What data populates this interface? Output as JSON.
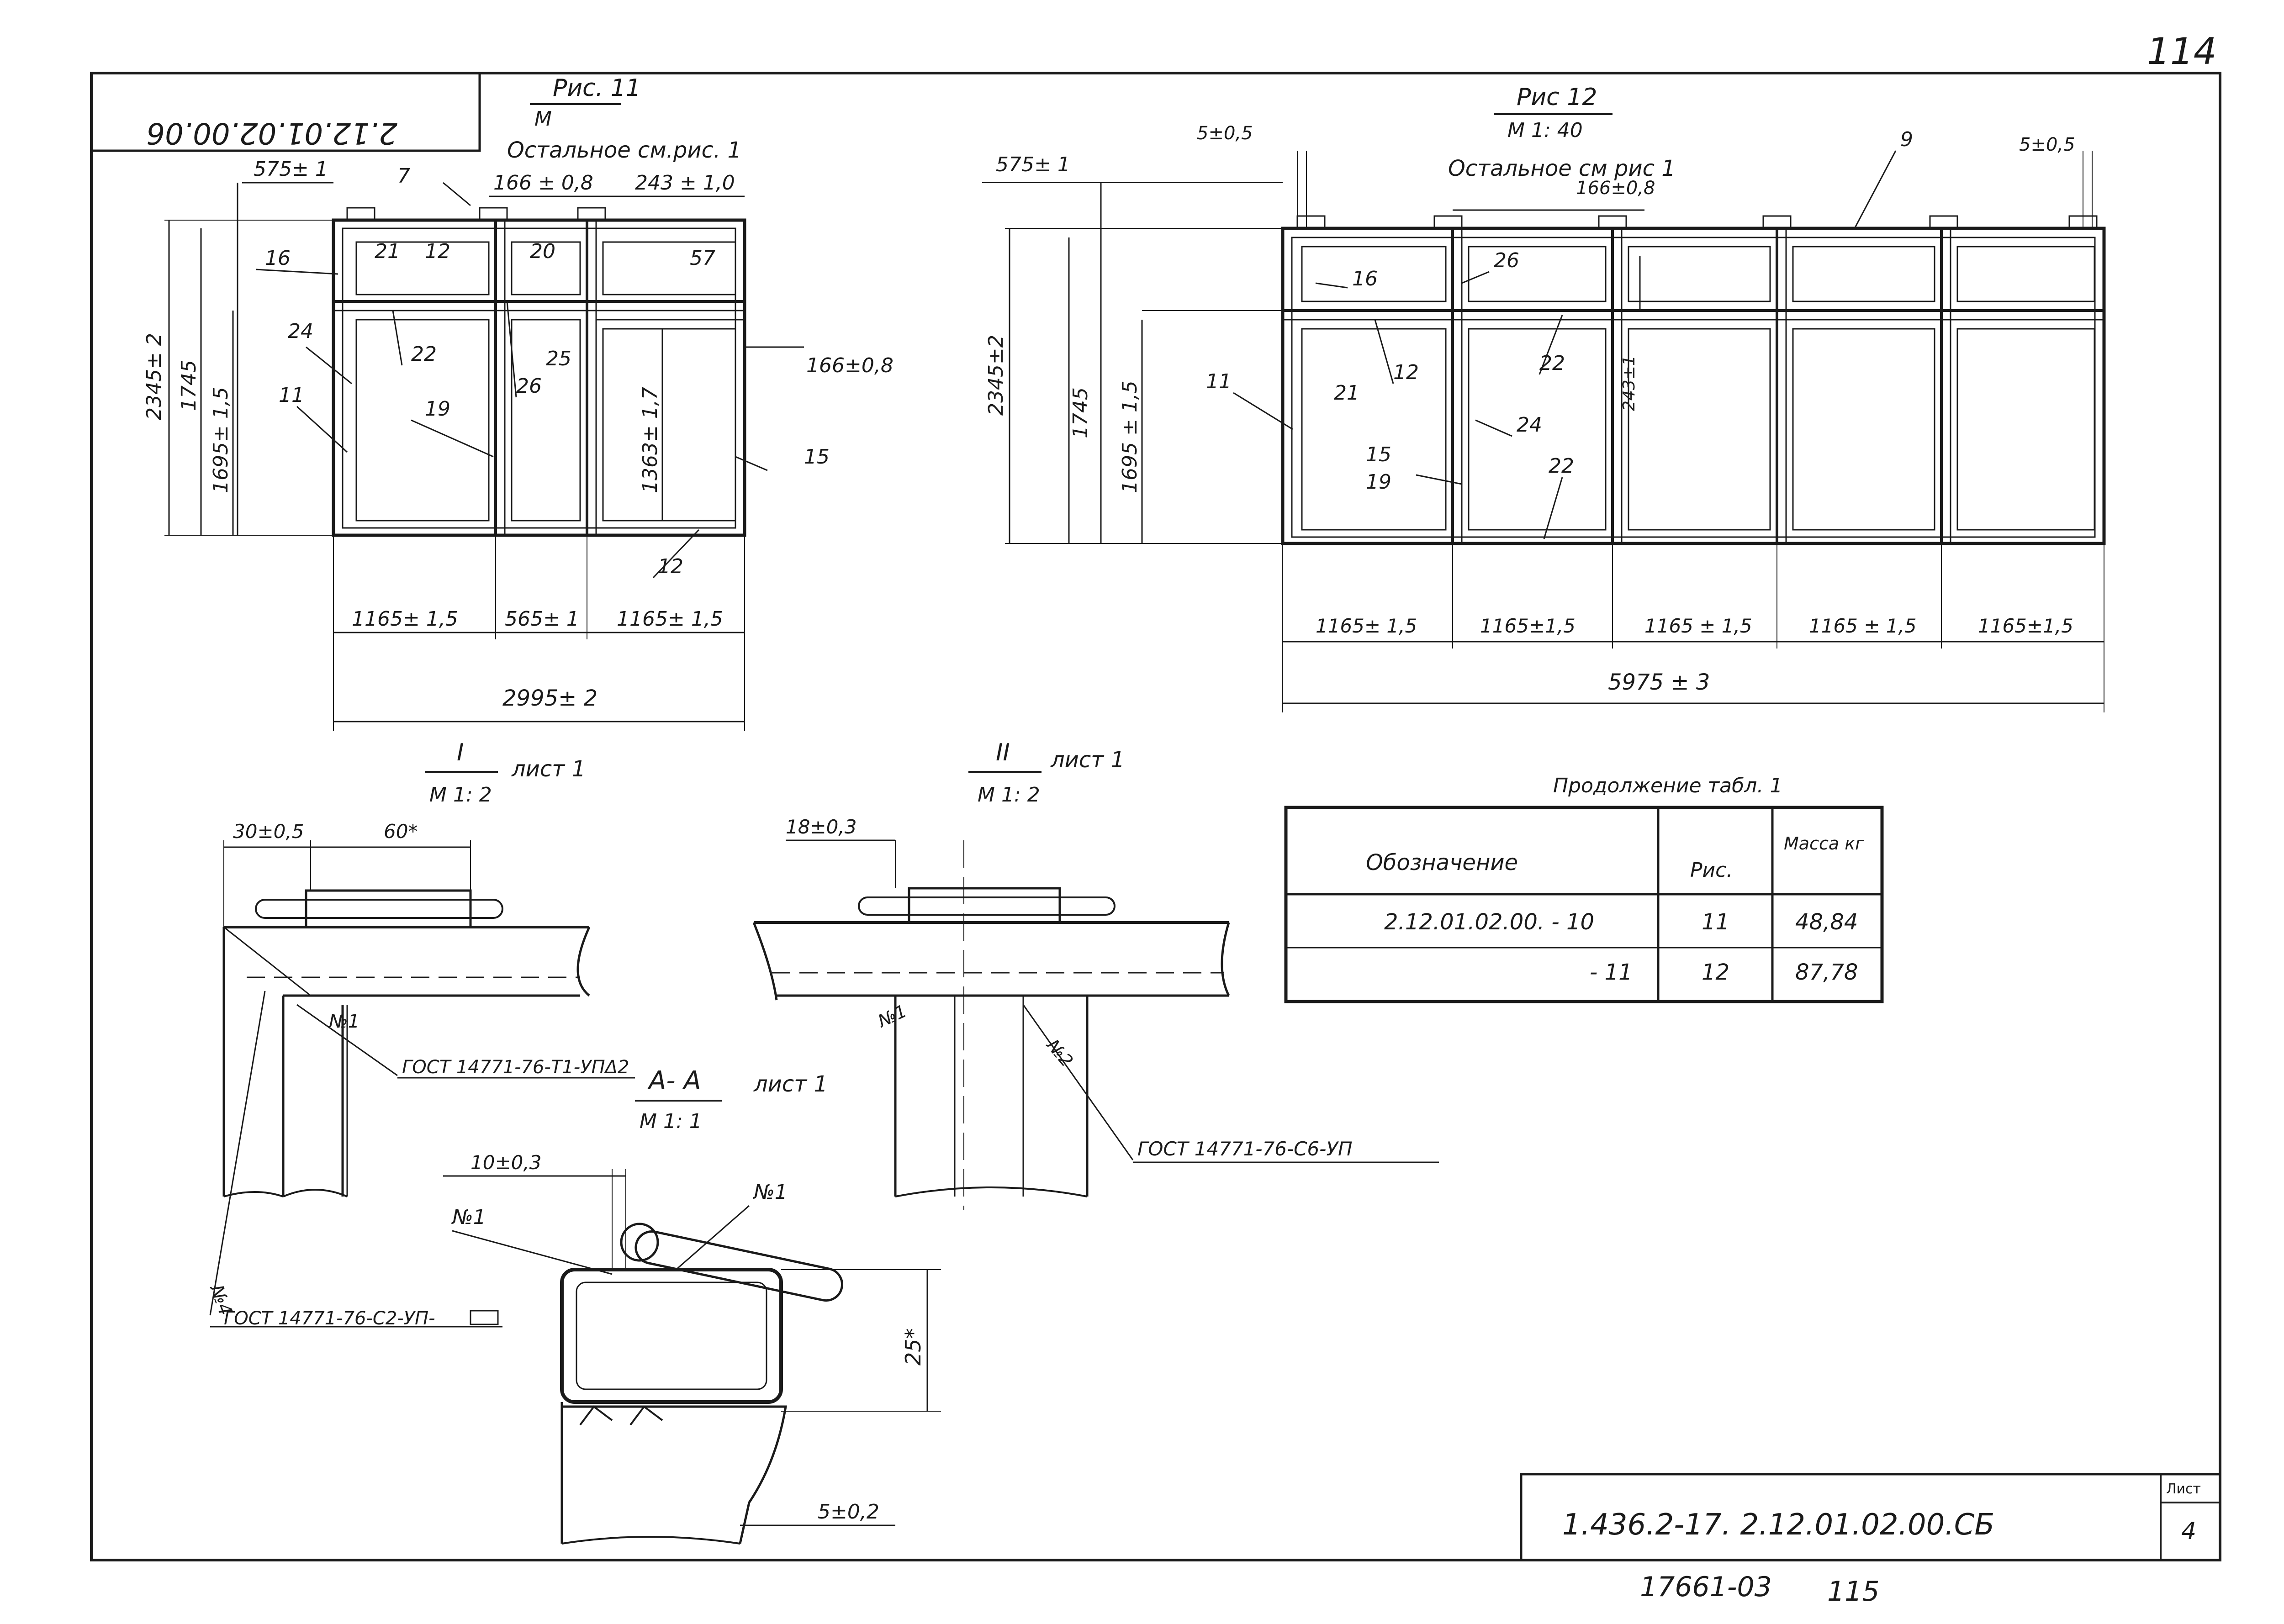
{
  "sheet": {
    "page_number_top": "114",
    "stamp_code_rotated": "2.12.01.02.00.06",
    "archive_number": "17661-03",
    "archive_page": "115",
    "doc_code": "1.436.2-17.   2.12.01.02.00.СБ",
    "list_label": "Лист",
    "list_value": "4"
  },
  "fig11": {
    "title": "Рис. 11",
    "scale": "М",
    "note": "Остальное см.рис. 1",
    "dims": {
      "left_offset": "575± 1",
      "top_mid": "166 ± 0,8",
      "top_right": "243 ± 1,0",
      "height_total": "2345± 2",
      "height_1745": "1745",
      "height_1695": "1695± 1,5",
      "height_1363": "1363± 1,7",
      "right_166": "166±0,8",
      "w1": "1165± 1,5",
      "w2": "565± 1",
      "w3": "1165± 1,5",
      "total": "2995± 2"
    },
    "callouts": [
      "7",
      "16",
      "21",
      "12",
      "20",
      "57",
      "24",
      "22",
      "25",
      "26",
      "19",
      "11",
      "15",
      "12"
    ]
  },
  "fig12": {
    "title": "Рис 12",
    "scale": "М 1: 40",
    "note": "Остальное  см рис 1",
    "dims": {
      "left_offset": "575± 1",
      "tol_left": "5±0,5",
      "tol_right": "5±0,5",
      "top_mid": "166±0,8",
      "height_total": "2345±2",
      "height_1745": "1745",
      "height_1695": "1695 ± 1,5",
      "height_243": "243±1",
      "panel_widths": [
        "1165± 1,5",
        "1165±1,5",
        "1165 ± 1,5",
        "1165 ± 1,5",
        "1165±1,5"
      ],
      "total": "5975 ± 3"
    },
    "callouts": [
      "9",
      "26",
      "16",
      "12",
      "21",
      "22",
      "11",
      "24",
      "15",
      "19",
      "22"
    ]
  },
  "detail_I": {
    "title": "I",
    "sheet_ref": "лист 1",
    "scale": "М 1: 2",
    "dim_a": "30±0,5",
    "dim_b": "60*",
    "weld_no1": "№1",
    "weld_no4": "№4",
    "gost_1": "ГОСТ 14771-76-Т1-УПΔ2",
    "gost_2": "ГОСТ 14771-76-С2-УП-"
  },
  "detail_II": {
    "title": "II",
    "sheet_ref": "лист 1",
    "scale": "М 1: 2",
    "dim_a": "18±0,3",
    "weld_no1": "№1",
    "weld_no2": "№2",
    "gost": "ГОСТ 14771-76-С6-УП"
  },
  "section_AA": {
    "title": "А- А",
    "sheet_ref": "лист 1",
    "scale": "М 1: 1",
    "dim_a": "10±0,3",
    "dim_b": "25*",
    "dim_c": "5±0,2",
    "weld_no1_left": "№1",
    "weld_no1_right": "№1"
  },
  "table": {
    "caption": "Продолжение табл. 1",
    "headers": [
      "Обозначение",
      "Рис.",
      "Масса кг"
    ],
    "rows": [
      [
        "2.12.01.02.00.  - 10",
        "11",
        "48,84"
      ],
      [
        "- 11",
        "12",
        "87,78"
      ]
    ]
  },
  "colors": {
    "ink": "#1a1a1a",
    "paper": "#ffffff"
  }
}
